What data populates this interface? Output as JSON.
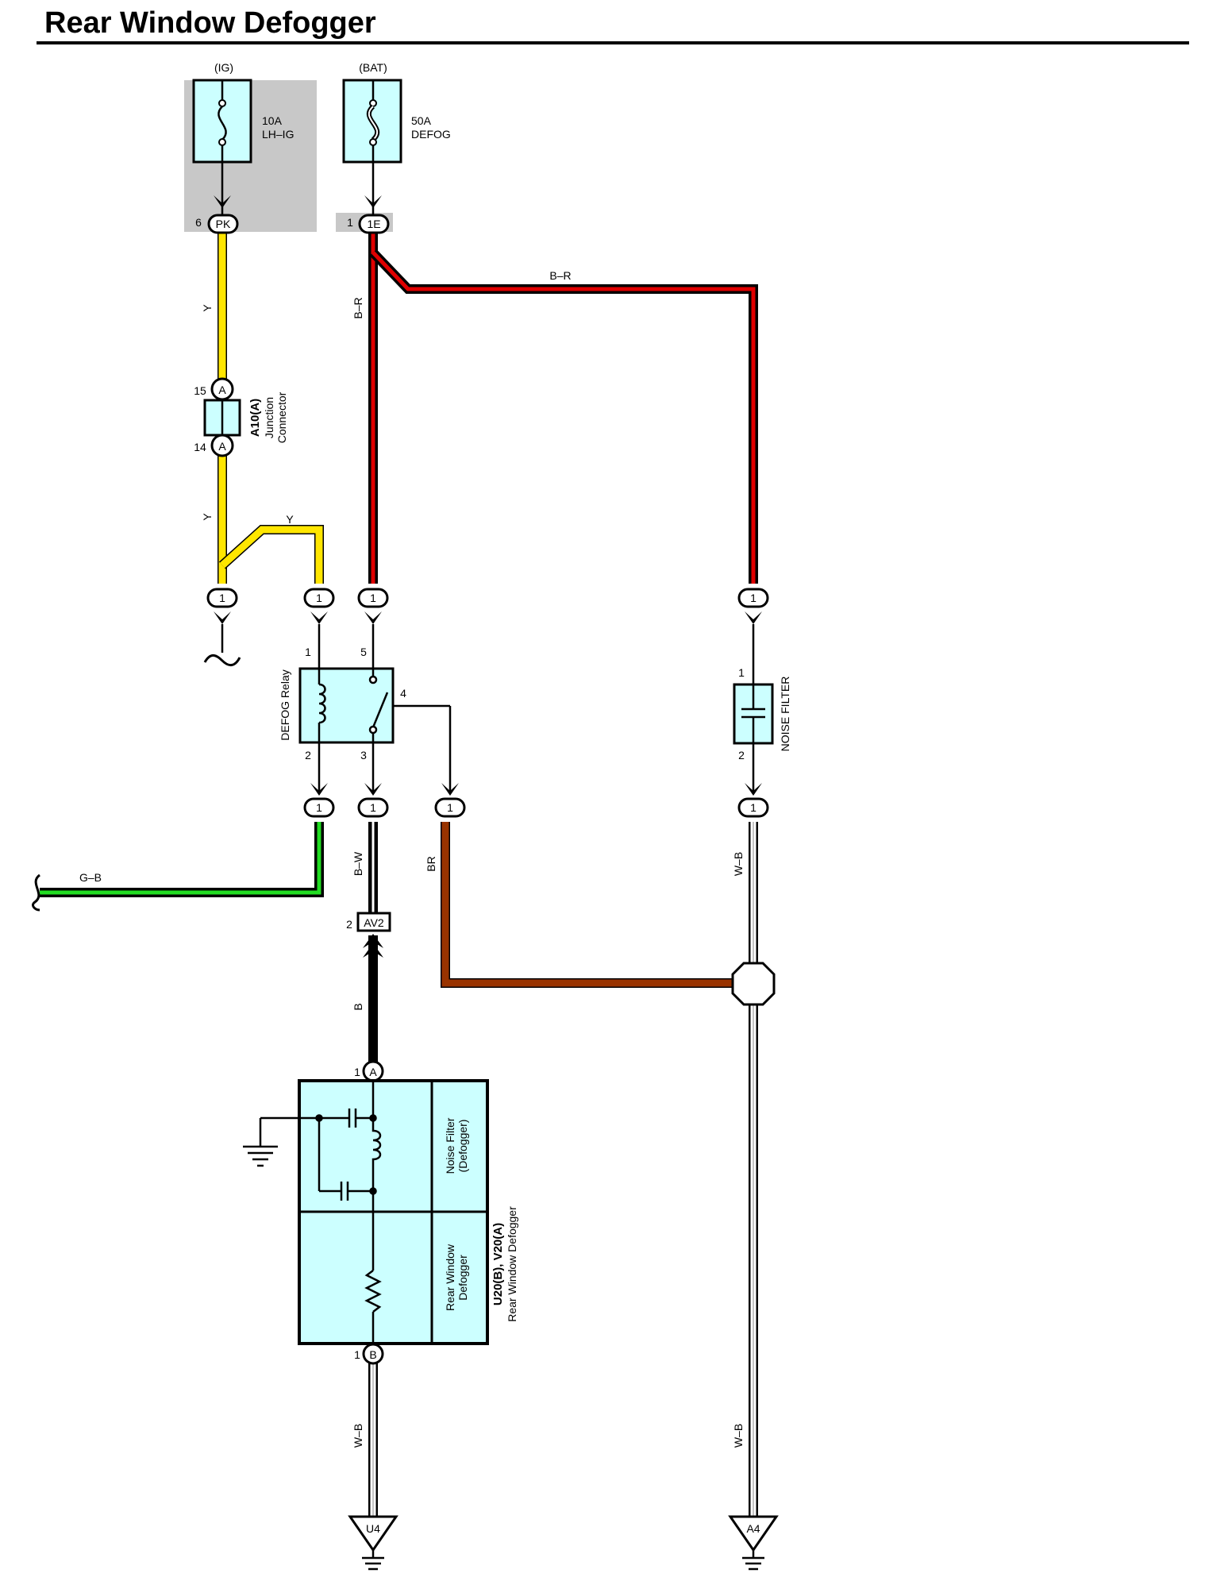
{
  "title": "Rear Window Defogger",
  "colors": {
    "yellow": "#FFE600",
    "red": "#E00000",
    "black": "#000000",
    "green": "#22DD22",
    "brown": "#993300",
    "component_fill": "#CCFFFF",
    "fuse_box_gray": "#C8C8C8"
  },
  "fuses": {
    "ig": {
      "source": "(IG)",
      "rating": "10A",
      "name": "LH–IG",
      "pin": "6",
      "connector": "PK"
    },
    "bat": {
      "source": "(BAT)",
      "rating": "50A",
      "name": "DEFOG",
      "pin": "1",
      "connector": "1E"
    }
  },
  "junction_connector": {
    "id": "A10(A)",
    "name": "Junction",
    "name2": "Connector",
    "pin_top": "15",
    "pin_bottom": "14",
    "letter": "A"
  },
  "relay": {
    "name": "DEFOG Relay",
    "pins": {
      "p1": "1",
      "p2": "2",
      "p3": "3",
      "p4": "4",
      "p5": "5"
    }
  },
  "noise_filter_small": {
    "name": "NOISE FILTER",
    "pin_top": "1",
    "pin_bottom": "2"
  },
  "splice_connector_label": "AV2",
  "splice_connector_pin": "2",
  "connector_one": "1",
  "defogger": {
    "id": "U20(B), V20(A)",
    "name": "Rear Window Defogger",
    "section_noise_filter_1": "Noise Filter",
    "section_noise_filter_2": "(Defogger)",
    "section_defogger_1": "Rear Window",
    "section_defogger_2": "Defogger",
    "pin_top": "1",
    "letter_top": "A",
    "pin_bottom": "1",
    "letter_bottom": "B"
  },
  "wire_labels": {
    "y1": "Y",
    "y2": "Y",
    "y3": "Y",
    "br_vertical": "B–R",
    "br_horizontal": "B–R",
    "gb": "G–B",
    "bw": "B–W",
    "brown": "BR",
    "b": "B",
    "wb_filter": "W–B",
    "wb_defogger": "W–B",
    "wb_right": "W–B"
  },
  "grounds": {
    "left": "U4",
    "right": "A4"
  }
}
